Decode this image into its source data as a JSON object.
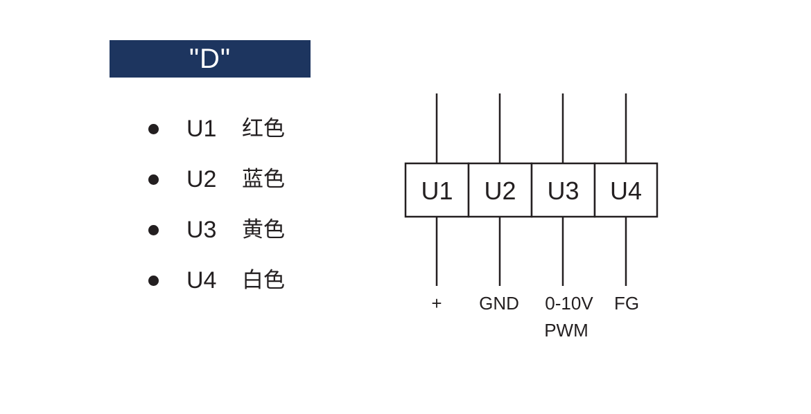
{
  "header": {
    "title": "\"D\""
  },
  "wires": [
    {
      "code": "U1",
      "color": "红色"
    },
    {
      "code": "U2",
      "color": "蓝色"
    },
    {
      "code": "U3",
      "color": "黄色"
    },
    {
      "code": "U4",
      "color": "白色"
    }
  ],
  "connector": {
    "pins": [
      {
        "label": "U1",
        "signal": [
          "+"
        ]
      },
      {
        "label": "U2",
        "signal": [
          "GND"
        ]
      },
      {
        "label": "U3",
        "signal": [
          "0-10V",
          "PWM"
        ]
      },
      {
        "label": "U4",
        "signal": [
          "FG"
        ]
      }
    ]
  },
  "colors": {
    "banner": "#1d355f",
    "ink": "#231f20",
    "background": "#ffffff"
  }
}
